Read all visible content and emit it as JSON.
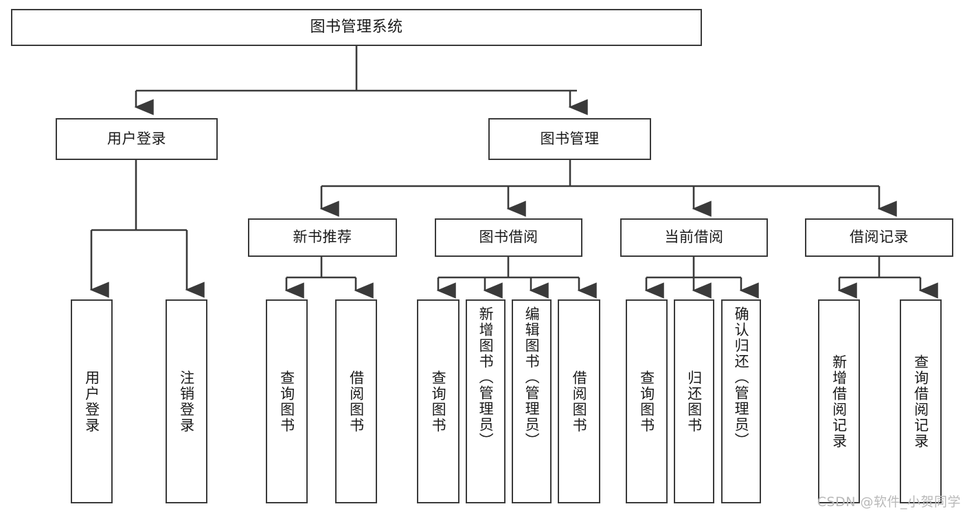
{
  "diagram": {
    "title": "图书管理系统",
    "type": "hierarchy-tree",
    "watermark": "CSDN @软件_小贺同学",
    "colors": {
      "stroke": "#3a3a3a",
      "fill": "#ffffff",
      "text": "#1a1a1a",
      "watermark": "#b9b9b9"
    },
    "levels": {
      "root": {
        "label": "图书管理系统"
      },
      "level2": [
        {
          "label": "用户登录"
        },
        {
          "label": "图书管理"
        }
      ],
      "level3": [
        {
          "label": "新书推荐"
        },
        {
          "label": "图书借阅"
        },
        {
          "label": "当前借阅"
        },
        {
          "label": "借阅记录"
        }
      ]
    },
    "leaves": {
      "user_login": [
        {
          "label": "用户登录"
        },
        {
          "label": "注销登录"
        }
      ],
      "new_book": [
        {
          "label": "查询图书"
        },
        {
          "label": "借阅图书"
        }
      ],
      "book_borrow": [
        {
          "label": "查询图书"
        },
        {
          "label": "新增图书（管理员）"
        },
        {
          "label": "编辑图书（管理员）"
        },
        {
          "label": "借阅图书"
        }
      ],
      "current_borrow": [
        {
          "label": "查询图书"
        },
        {
          "label": "归还图书"
        },
        {
          "label": "确认归还（管理员）"
        }
      ],
      "borrow_record": [
        {
          "label": "新增借阅记录"
        },
        {
          "label": "查询借阅记录"
        }
      ]
    }
  }
}
